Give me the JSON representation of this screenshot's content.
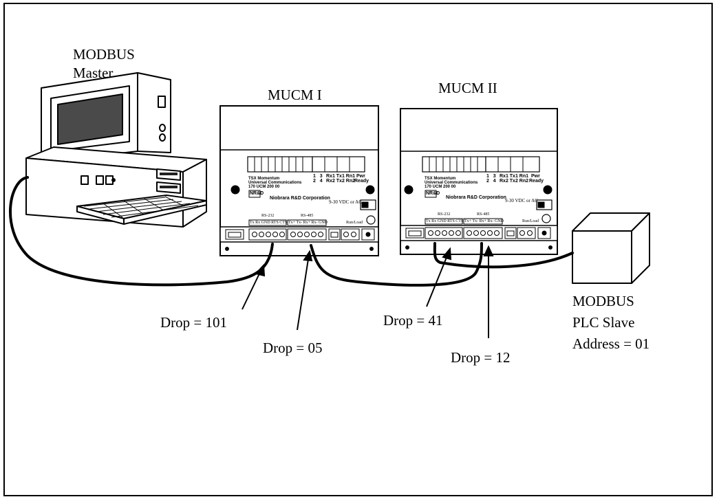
{
  "labels": {
    "master_line1": "MODBUS",
    "master_line2": "Master",
    "mucm1_title": "MUCM I",
    "mucm2_title": "MUCM II",
    "slave_line1": "MODBUS",
    "slave_line2": "PLC Slave",
    "slave_line3": "Address = 01",
    "drop_101": "Drop = 101",
    "drop_05": "Drop = 05",
    "drop_41": "Drop = 41",
    "drop_12": "Drop = 12"
  },
  "module": {
    "product_line1": "TSX Momentum",
    "product_line2": "Universal Communications",
    "product_line3": "170 UCM 200 00",
    "logo": "NR&D",
    "company": "Niobrara R&D Corporation",
    "power": "9-30 VDC or AC",
    "rs232": "RS-232",
    "rs485": "RS-485",
    "rs232_pins": "Tx Rx GND RTS CTS",
    "rs485_pins": "Tx+ Tx- Rx+ Rx- GND",
    "run_load": "Run/Load",
    "led_col1": "1   3",
    "led_col1b": "2   4",
    "led_col2": "Rx1 Tx1 Rn1",
    "led_col2b": "Rx2 Tx2 Rn2",
    "pwr": "Pwr",
    "ready": "Ready"
  }
}
